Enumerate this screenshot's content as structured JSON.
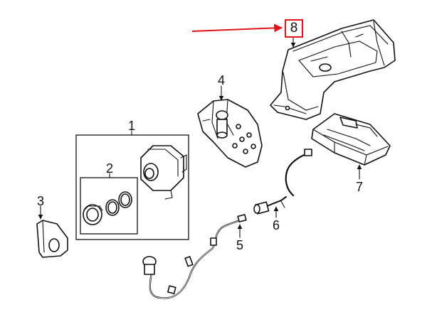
{
  "diagram": {
    "callouts": [
      {
        "id": "1",
        "label": "1"
      },
      {
        "id": "2",
        "label": "2"
      },
      {
        "id": "3",
        "label": "3"
      },
      {
        "id": "4",
        "label": "4"
      },
      {
        "id": "5",
        "label": "5"
      },
      {
        "id": "6",
        "label": "6"
      },
      {
        "id": "7",
        "label": "7"
      },
      {
        "id": "8",
        "label": "8",
        "highlighted": true
      }
    ],
    "colors": {
      "line": "#111111",
      "highlight": "#e0141a",
      "background": "#ffffff"
    }
  }
}
